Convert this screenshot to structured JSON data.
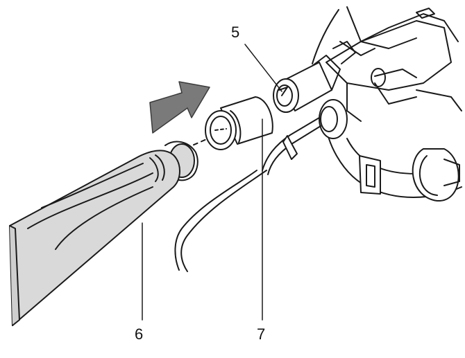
{
  "callouts": {
    "item_5": "5",
    "item_6": "6",
    "item_7": "7"
  },
  "colors": {
    "outline": "#1a1a1a",
    "arrow_fill": "#7a7a7a",
    "nozzle_fill": "#d9d9d9",
    "part_fill": "#ffffff"
  }
}
